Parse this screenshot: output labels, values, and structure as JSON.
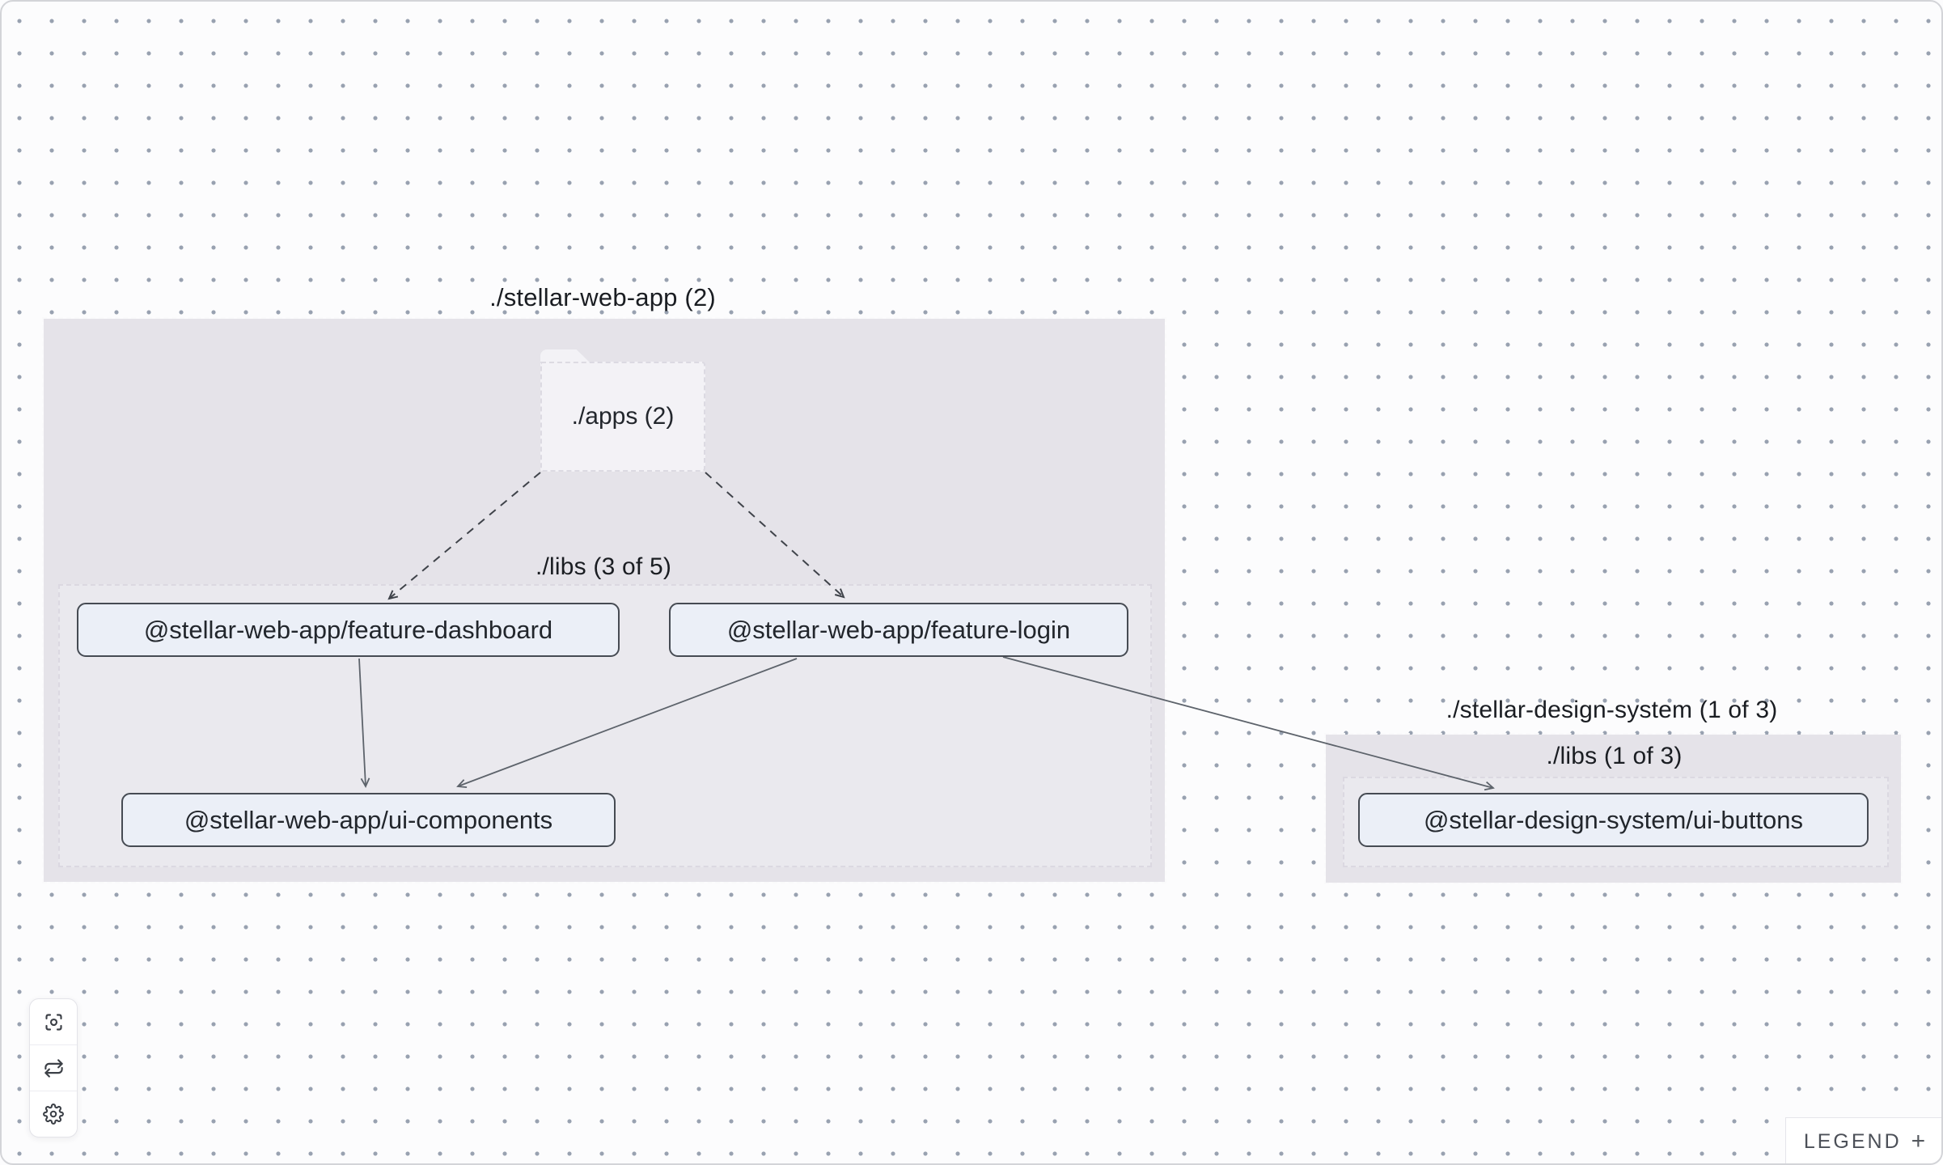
{
  "graph": {
    "groups": [
      {
        "title": "./stellar-web-app (2)",
        "folder": {
          "label": "./apps (2)"
        },
        "libs": {
          "label": "./libs (3 of 5)"
        },
        "nodes": [
          "@stellar-web-app/feature-dashboard",
          "@stellar-web-app/feature-login",
          "@stellar-web-app/ui-components"
        ]
      },
      {
        "title": "./stellar-design-system (1 of 3)",
        "libs": {
          "label": "./libs (1 of 3)"
        },
        "nodes": [
          "@stellar-design-system/ui-buttons"
        ]
      }
    ],
    "edges": [
      {
        "source": "./apps (2)",
        "target": "@stellar-web-app/feature-dashboard",
        "style": "dashed"
      },
      {
        "source": "./apps (2)",
        "target": "@stellar-web-app/feature-login",
        "style": "dashed"
      },
      {
        "source": "@stellar-web-app/feature-dashboard",
        "target": "@stellar-web-app/ui-components",
        "style": "solid"
      },
      {
        "source": "@stellar-web-app/feature-login",
        "target": "@stellar-web-app/ui-components",
        "style": "solid"
      },
      {
        "source": "@stellar-web-app/feature-login",
        "target": "@stellar-design-system/ui-buttons",
        "style": "solid"
      }
    ]
  },
  "toolbar": {
    "buttons": [
      {
        "icon": "focus-icon"
      },
      {
        "icon": "refresh-icon"
      },
      {
        "icon": "gear-icon"
      }
    ]
  },
  "legend": {
    "label": "LEGEND",
    "expand_icon": "+"
  },
  "colors": {
    "canvas_bg": "#fcfcfd",
    "dot": "#98a1b0",
    "group_fill": "#e5e3e9",
    "node_fill": "#ebeff7",
    "node_border": "#464b53",
    "edge_solid": "#5d636b",
    "edge_dashed": "#3f434a"
  }
}
